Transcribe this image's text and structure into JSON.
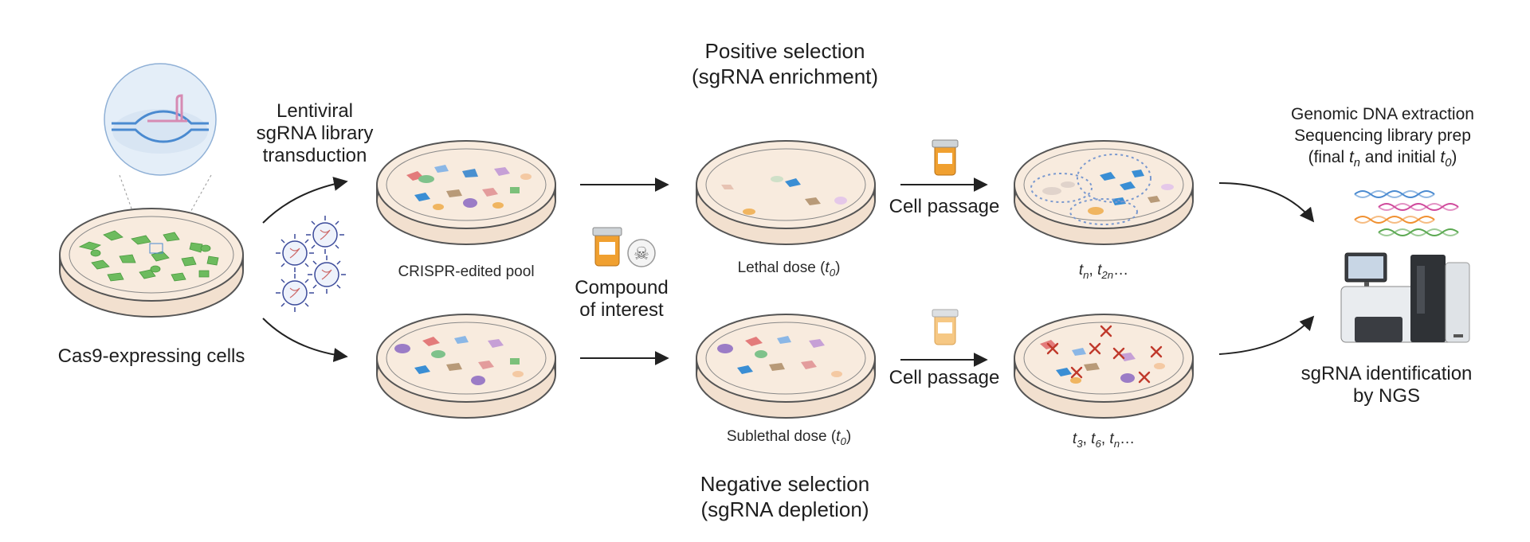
{
  "titles": {
    "positive_1": "Positive selection",
    "positive_2": "(sgRNA enrichment)",
    "negative_1": "Negative selection",
    "negative_2": "(sgRNA depletion)"
  },
  "labels": {
    "cas9": "Cas9-expressing cells",
    "lenti_1": "Lentiviral",
    "lenti_2": "sgRNA library",
    "lenti_3": "transduction",
    "pool": "CRISPR-edited pool",
    "compound_1": "Compound",
    "compound_2": "of interest",
    "lethal": "Lethal dose (",
    "sublethal": "Sublethal dose (",
    "passage_top": "Cell passage",
    "passage_bottom": "Cell passage",
    "gdna_1": "Genomic DNA extraction",
    "gdna_2": "Sequencing library prep",
    "gdna_3a": "(final ",
    "gdna_3b": " and initial ",
    "ngs_1": "sgRNA identification",
    "ngs_2": "by NGS",
    "t": "t",
    "sub0": "0",
    "subn": "n",
    "sub2n": "2n",
    "sub3": "3",
    "sub6": "6",
    "close_paren": ")",
    "comma": ", ",
    "ellipsis": "…",
    "skull": "☠"
  },
  "colors": {
    "dish_fill": "#f6e6d6",
    "dish_rim": "#555555",
    "cas9_cells": "#6dbb5e",
    "kill_mark": "#c0392b",
    "arrow": "#222222",
    "pill_orange": "#f0a030"
  }
}
